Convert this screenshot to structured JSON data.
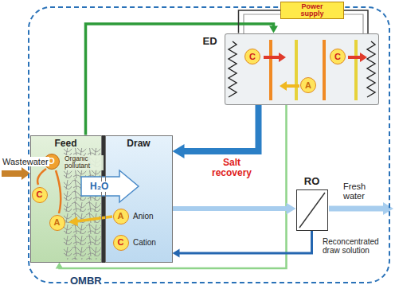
{
  "diagram": {
    "nodes": [
      {
        "text": [
          "OMBR"
        ]
      },
      {
        "text": [
          "Power supply"
        ]
      },
      {
        "text": [
          "ED"
        ],
        "in": 0
      },
      {
        "text": [
          "C"
        ],
        "in": 2
      },
      {
        "text": [
          "C"
        ],
        "in": 2
      },
      {
        "text": [
          "A"
        ],
        "in": 2
      },
      {
        "text": [
          "Feed"
        ],
        "in": 0
      },
      {
        "text": [
          "O"
        ],
        "in": 6
      },
      {
        "text": [
          "C"
        ],
        "in": 6
      },
      {
        "text": [
          "A"
        ],
        "in": 6
      },
      {
        "text": [
          "Draw"
        ],
        "in": 0
      },
      {
        "text": [
          "A"
        ],
        "in": 10
      },
      {
        "text": [
          "C"
        ],
        "in": 10
      },
      {
        "text": [
          "RO"
        ],
        "in": 0
      }
    ],
    "edges": [
      {
        "from": 1,
        "to": 2,
        "arrow": "none"
      },
      {
        "from": 6,
        "to": 2,
        "arrow": "to"
      },
      {
        "from": 2,
        "to": 10,
        "arrow": "to",
        "label": "Salt recovery"
      },
      {
        "from": 10,
        "to": 13,
        "arrow": "to"
      },
      {
        "from": 13,
        "to": 10,
        "arrow": "to"
      },
      {
        "from": 2,
        "to": 6,
        "arrow": "to"
      }
    ],
    "labels": [
      "Wastewater",
      "Organic pollutant",
      "H₂O",
      "Anion",
      "Cation",
      "Fresh water",
      "Reconcentrated draw solution"
    ]
  }
}
